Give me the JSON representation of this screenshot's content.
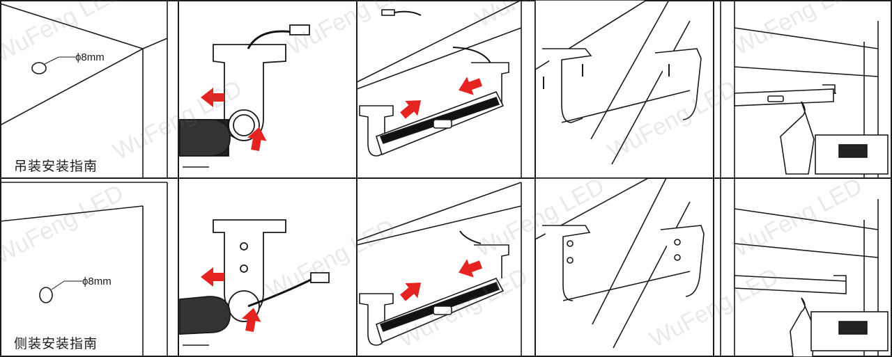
{
  "rows": [
    {
      "guide_title": "吊装安装指南",
      "hole_size": "ϕ8mm"
    },
    {
      "guide_title": "侧装安装指南",
      "hole_size": "ϕ8mm"
    }
  ],
  "watermark": "WuFeng LED",
  "colors": {
    "arrow": "#e52421",
    "line": "#1a1a1a",
    "bar": "#111111",
    "background": "#ffffff"
  }
}
